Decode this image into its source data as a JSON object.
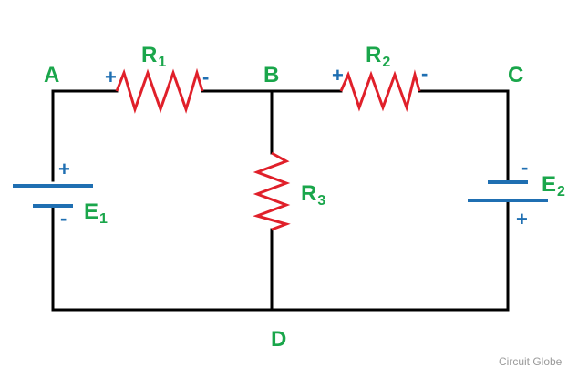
{
  "colors": {
    "wire": "#000000",
    "resistor": "#e0202a",
    "battery": "#1f6fb2",
    "label": "#1aa64b",
    "polarity": "#1f6fb2",
    "watermark": "#9a9a9a"
  },
  "nodes": {
    "a": "A",
    "b": "B",
    "c": "C",
    "d": "D"
  },
  "components": {
    "r1": {
      "name": "R",
      "sub": "1",
      "plus": "+",
      "minus": "-"
    },
    "r2": {
      "name": "R",
      "sub": "2",
      "plus": "+",
      "minus": "-"
    },
    "r3": {
      "name": "R",
      "sub": "3"
    },
    "e1": {
      "name": "E",
      "sub": "1",
      "plus": "+",
      "minus": "-"
    },
    "e2": {
      "name": "E",
      "sub": "2",
      "plus": "+",
      "minus": "-"
    }
  },
  "watermark": "Circuit Globe"
}
